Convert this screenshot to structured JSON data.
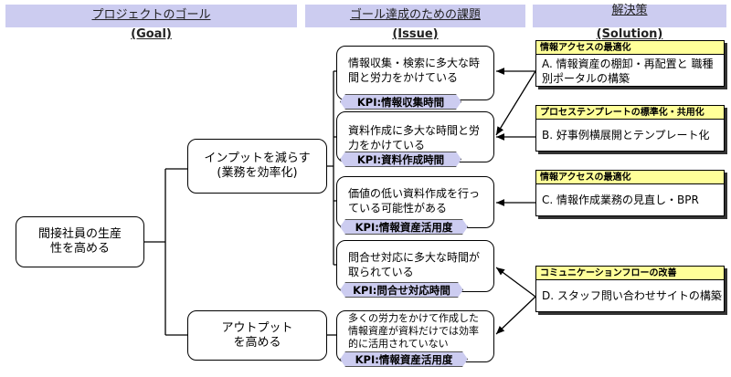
{
  "headers": {
    "goal": {
      "title": "プロジェクトのゴール",
      "sub": "(Goal)"
    },
    "issue": {
      "title": "ゴール達成のための課題",
      "sub": "(Issue)"
    },
    "solution": {
      "title": "解決策",
      "sub": "(Solution)"
    }
  },
  "goal": "間接社員の生産性を高める",
  "subgoals": [
    "インプットを減らす\n(業務を効率化)",
    "アウトプット\nを高める"
  ],
  "issues": [
    {
      "text": "情報収集・検索に多大な時間と労力をかけている",
      "kpi": "KPI:情報収集時間"
    },
    {
      "text": "資料作成に多大な時間と労力をかけている",
      "kpi": "KPI:資料作成時間"
    },
    {
      "text": "価値の低い資料作成を行っている可能性がある",
      "kpi": "KPI:情報資産活用度"
    },
    {
      "text": "問合せ対応に多大な時間が取られている",
      "kpi": "KPI:問合せ対応時間"
    },
    {
      "text": "多くの労力をかけて作成した情報資産が資料だけでは効率的に活用されていない",
      "kpi": "KPI:情報資産活用度"
    }
  ],
  "solutions": [
    {
      "category": "情報アクセスの最適化",
      "text": "A. 情報資産の棚卸・再配置と 職種別ポータルの構築"
    },
    {
      "category": "プロセステンプレートの標準化・共用化",
      "text": "B. 好事例横展開とテンプレート化"
    },
    {
      "category": "情報アクセスの最適化",
      "text": "C. 情報作成業務の見直し・BPR"
    },
    {
      "category": "コミュニケーションフローの改善",
      "text": "D. スタッフ問い合わせサイトの構築"
    }
  ],
  "colors": {
    "header_bg": "#ccccf0",
    "kpi_bg": "#ccccf0",
    "solution_header_bg": "#ffff99"
  }
}
